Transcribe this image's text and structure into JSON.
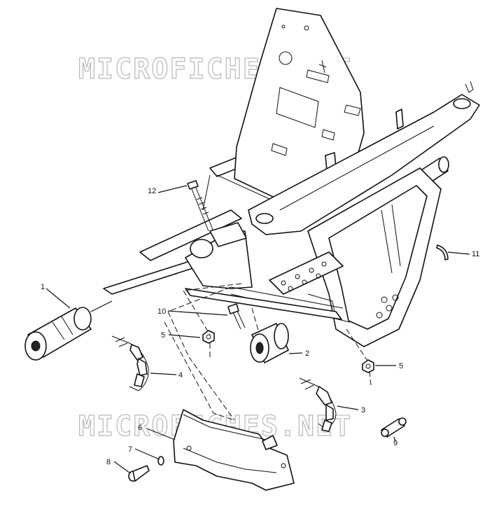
{
  "watermark": "MICROFICHES.NET",
  "callouts": [
    {
      "number": "1",
      "part": "bumper"
    },
    {
      "number": "2",
      "part": "bumper"
    },
    {
      "number": "3",
      "part": "chain"
    },
    {
      "number": "4",
      "part": "chain"
    },
    {
      "number": "5",
      "part": "nut"
    },
    {
      "number": "5",
      "part": "nut"
    },
    {
      "number": "6",
      "part": "bracket"
    },
    {
      "number": "7",
      "part": "washer"
    },
    {
      "number": "8",
      "part": "bolt"
    },
    {
      "number": "9",
      "part": "pin"
    },
    {
      "number": "10",
      "part": "bolt"
    },
    {
      "number": "11",
      "part": "clip"
    },
    {
      "number": "12",
      "part": "bolt"
    }
  ]
}
